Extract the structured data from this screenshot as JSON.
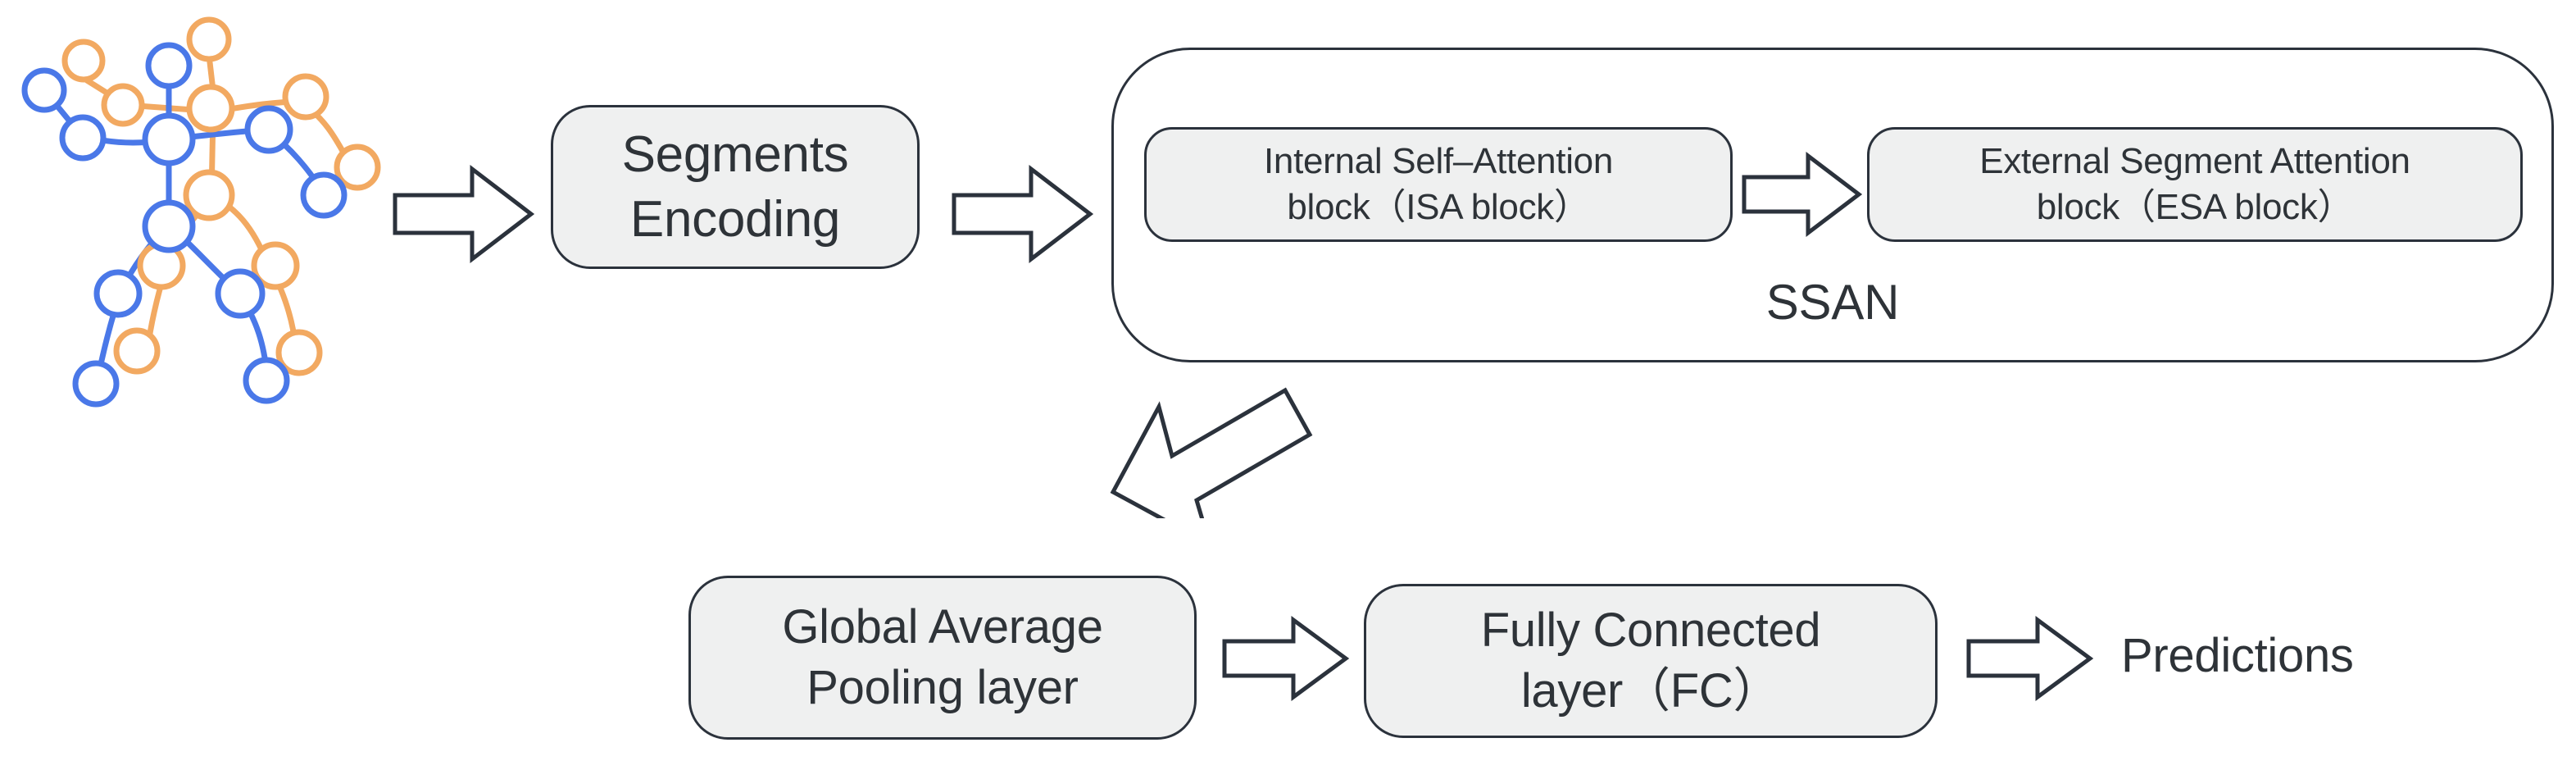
{
  "figure": {
    "type": "pipeline-diagram",
    "background_color": "#ffffff",
    "stroke_color": "#2b323c",
    "node_fill": "#eff0f0",
    "text_color": "#2e3338"
  },
  "skeleton": {
    "name": "skeleton-graph-input",
    "joint_color_a": "#4a78e8",
    "joint_color_b": "#f2a961",
    "joint_count": 25,
    "description": "Human skeleton joint graph with blue and orange nodes and edges"
  },
  "nodes": {
    "segments_encoding": {
      "label": "Segments\nEncoding"
    },
    "isa_block": {
      "label": "Internal Self–Attention\nblock（ISA block）"
    },
    "esa_block": {
      "label": "External Segment Attention\nblock（ESA block）"
    },
    "ssan_group": {
      "caption": "SSAN"
    },
    "gap_layer": {
      "label": "Global Average\nPooling layer"
    },
    "fc_layer": {
      "label": "Fully Connected\nlayer（FC）"
    },
    "predictions": {
      "label": "Predictions"
    }
  },
  "arrows": [
    {
      "name": "arrow-skeleton-to-segments",
      "direction": "right"
    },
    {
      "name": "arrow-segments-to-ssan",
      "direction": "right"
    },
    {
      "name": "arrow-isa-to-esa",
      "direction": "right"
    },
    {
      "name": "arrow-ssan-to-gap",
      "direction": "down-left"
    },
    {
      "name": "arrow-gap-to-fc",
      "direction": "right"
    },
    {
      "name": "arrow-fc-to-predictions",
      "direction": "right"
    }
  ]
}
